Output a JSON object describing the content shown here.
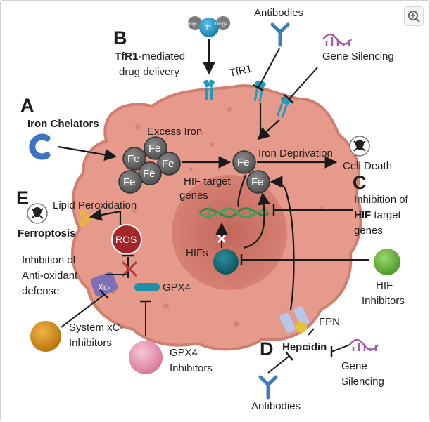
{
  "panels": {
    "A": "A",
    "B": "B",
    "C": "C",
    "D": "D",
    "E": "E"
  },
  "labels": {
    "drugs": "Drugs",
    "tf": "Tf",
    "tfr1_mediated": "TfR1",
    "tfr1_mediated_suffix": "-mediated",
    "drug_delivery": "drug delivery",
    "tfr1": "TfR1",
    "antibodies_top": "Antibodies",
    "gene_silencing_top": "Gene Silencing",
    "iron_chelators": "Iron Chelators",
    "excess_iron": "Excess Iron",
    "fe": "Fe",
    "iron_deprivation": "Iron Deprivation",
    "cell_death": "Cell Death",
    "hif_target_genes_1": "HIF target",
    "hif_target_genes_2": "genes",
    "inhibition_of": "Inhibition of",
    "hif": "HIF",
    "target": " target",
    "genes": "genes",
    "lipid_peroxidation": "Lipid Peroxidation",
    "ferroptosis": "Ferroptosis",
    "ros": "ROS",
    "hifs": "HIFs",
    "inhibition_of_2": "Inhibition of",
    "anti_oxidant": "Anti-oxidant",
    "defense": "defense",
    "xc": "Xc-",
    "gpx4": "GPX4",
    "hif_inhibitors_1": "HIF",
    "hif_inhibitors_2": "Inhibitors",
    "fpn": "FPN",
    "hepcidin": "Hepcidin",
    "gene_silencing_bottom_1": "Gene",
    "gene_silencing_bottom_2": "Silencing",
    "system_xc_1": "System xC-",
    "system_xc_2": "Inhibitors",
    "gpx4_inhibitors_1": "GPX4",
    "gpx4_inhibitors_2": "Inhibitors",
    "antibodies_bottom": "Antibodies"
  },
  "colors": {
    "cell_fill": "#e69a8c",
    "cell_edge": "#cf7e70",
    "nucleus": "#c8675c",
    "iron": "#5f5f5f",
    "tf": "#2a96c8",
    "receptor": "#1f9bbf",
    "antibody": "#3f7bbf",
    "rna": "#a55ba8",
    "ros": "#a3262a",
    "hif": "#0f6b76",
    "hif_inhibitor": "#6dbb3e",
    "xc_inhibitor": "#d9930e",
    "gpx4_inhibitor": "#e89bb7",
    "gpx4": "#1f8fa5"
  },
  "icons": [
    "skull-icon",
    "zoom-icon",
    "antibody-icon",
    "rna-icon",
    "dna-icon",
    "chelator-icon"
  ]
}
